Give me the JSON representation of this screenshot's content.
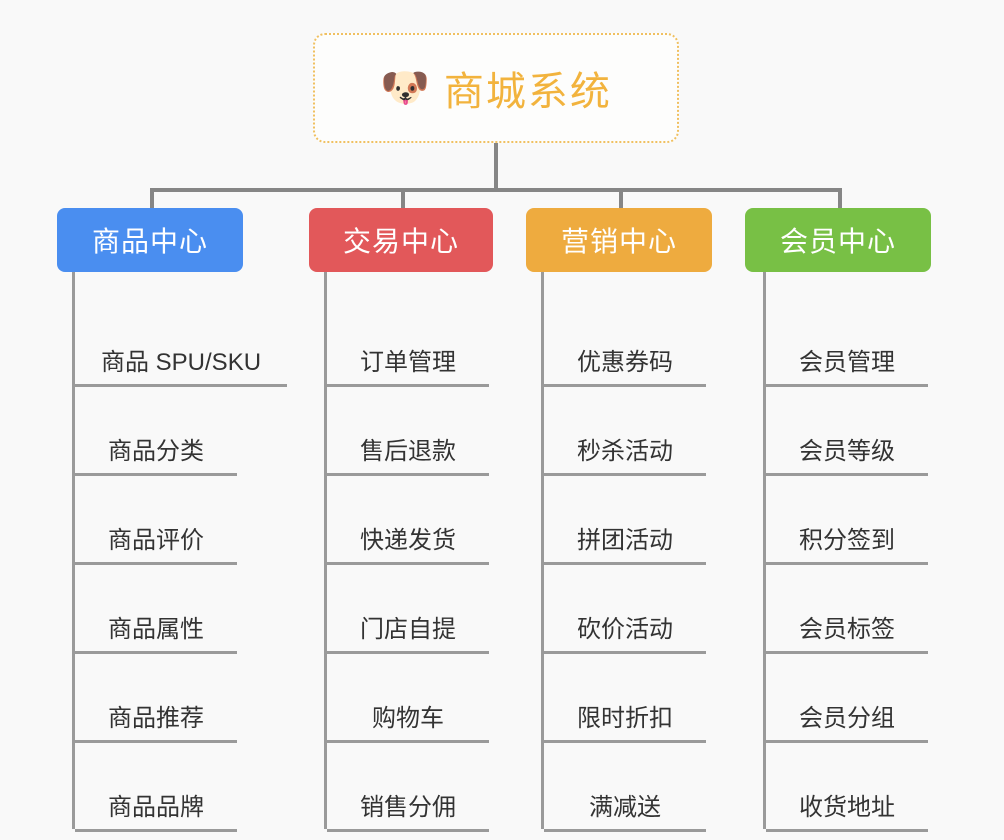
{
  "root": {
    "icon": "dog-face-icon",
    "icon_glyph": "🐶",
    "title": "商城系统",
    "border_color": "#f0c060",
    "title_color": "#f2b33d"
  },
  "columns": [
    {
      "id": "product-center",
      "header": "商品中心",
      "color": "#4a8ef0",
      "items": [
        "商品 SPU/SKU",
        "商品分类",
        "商品评价",
        "商品属性",
        "商品推荐",
        "商品品牌"
      ]
    },
    {
      "id": "trade-center",
      "header": "交易中心",
      "color": "#e2585a",
      "items": [
        "订单管理",
        "售后退款",
        "快递发货",
        "门店自提",
        "购物车",
        "销售分佣"
      ]
    },
    {
      "id": "marketing-center",
      "header": "营销中心",
      "color": "#eeab3f",
      "items": [
        "优惠券码",
        "秒杀活动",
        "拼团活动",
        "砍价活动",
        "限时折扣",
        "满减送"
      ]
    },
    {
      "id": "member-center",
      "header": "会员中心",
      "color": "#78c045",
      "items": [
        "会员管理",
        "会员等级",
        "积分签到",
        "会员标签",
        "会员分组",
        "收货地址"
      ]
    }
  ],
  "connector_color": "#868686",
  "spine_color": "#9a9a9a",
  "background": "#f9f9f9"
}
